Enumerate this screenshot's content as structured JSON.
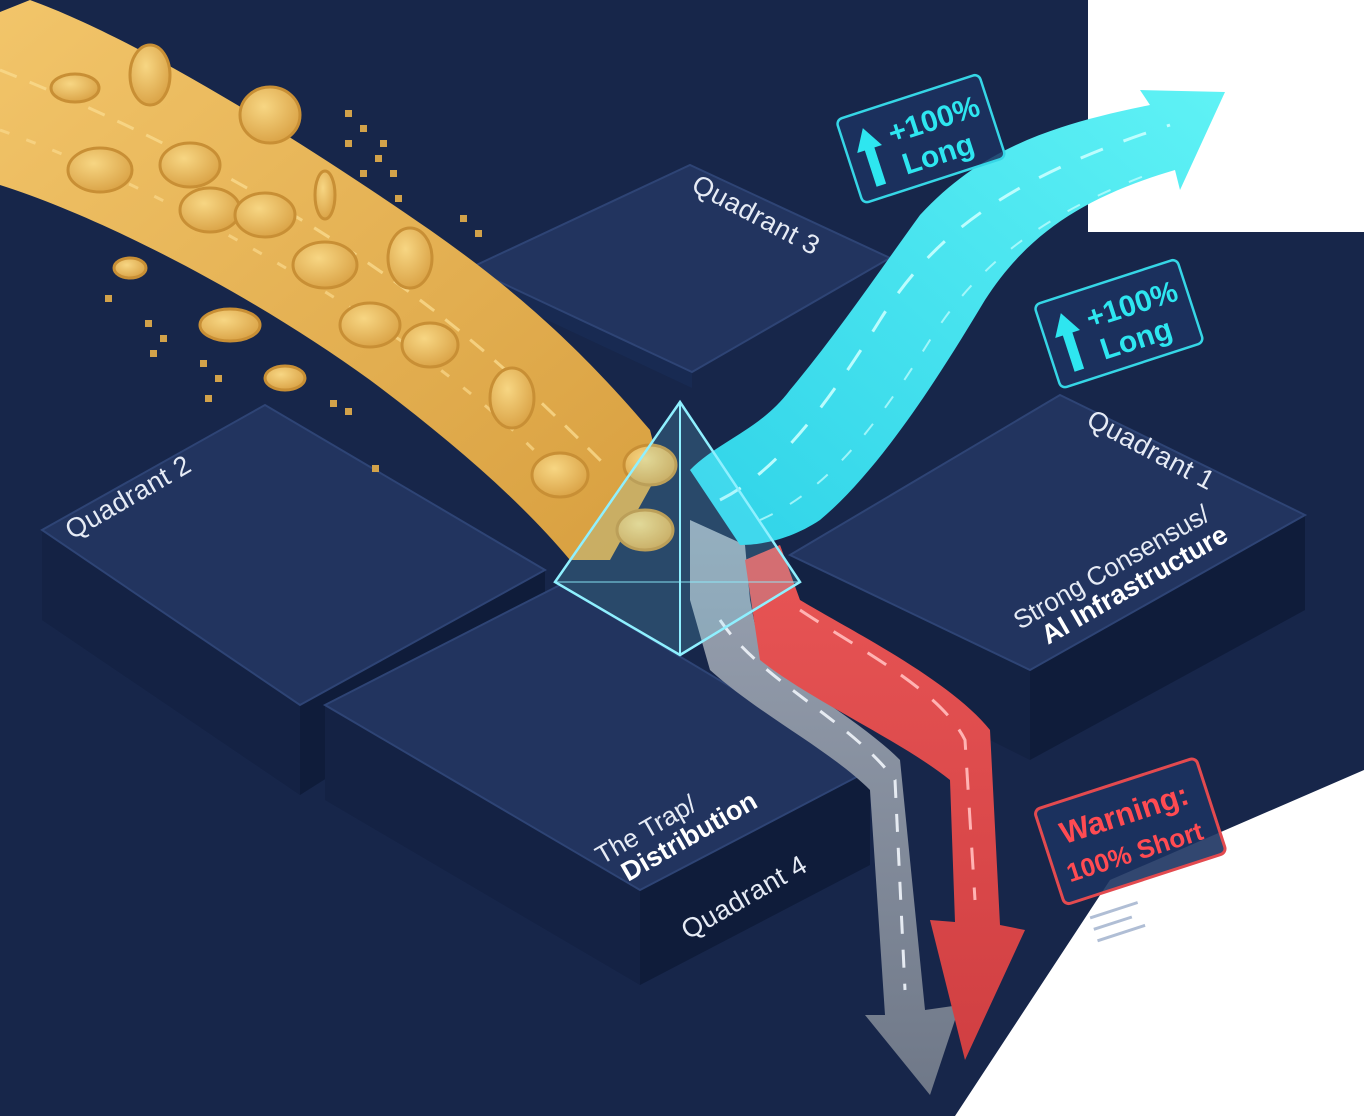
{
  "quadrants": {
    "q1": {
      "title": "Quadrant 1",
      "line1": "Strong Consensus/",
      "line2": "AI Infrastructure"
    },
    "q2": {
      "title": "Quadrant 2"
    },
    "q3": {
      "title": "Quadrant 3"
    },
    "q4": {
      "title": "Quadrant 4",
      "line1": "The Trap/",
      "line2": "Distribution"
    }
  },
  "badges": [
    {
      "value": "+100%",
      "label": "Long"
    },
    {
      "value": "+100%",
      "label": "Long"
    }
  ],
  "warning": {
    "line1": "Warning:",
    "line2": "100% Short"
  },
  "colors": {
    "background": "#17264a",
    "platform_top": "#22345f",
    "platform_side": "#142244",
    "gold_stream": "#e9b85a",
    "long_arrow": "#38e6ef",
    "short_arrow": "#e04a4a",
    "neutral_arrow": "#7d8696",
    "prism": "#7fe8ff"
  },
  "icons": [
    "up-arrow-icon",
    "coin-icon",
    "prism-icon"
  ]
}
